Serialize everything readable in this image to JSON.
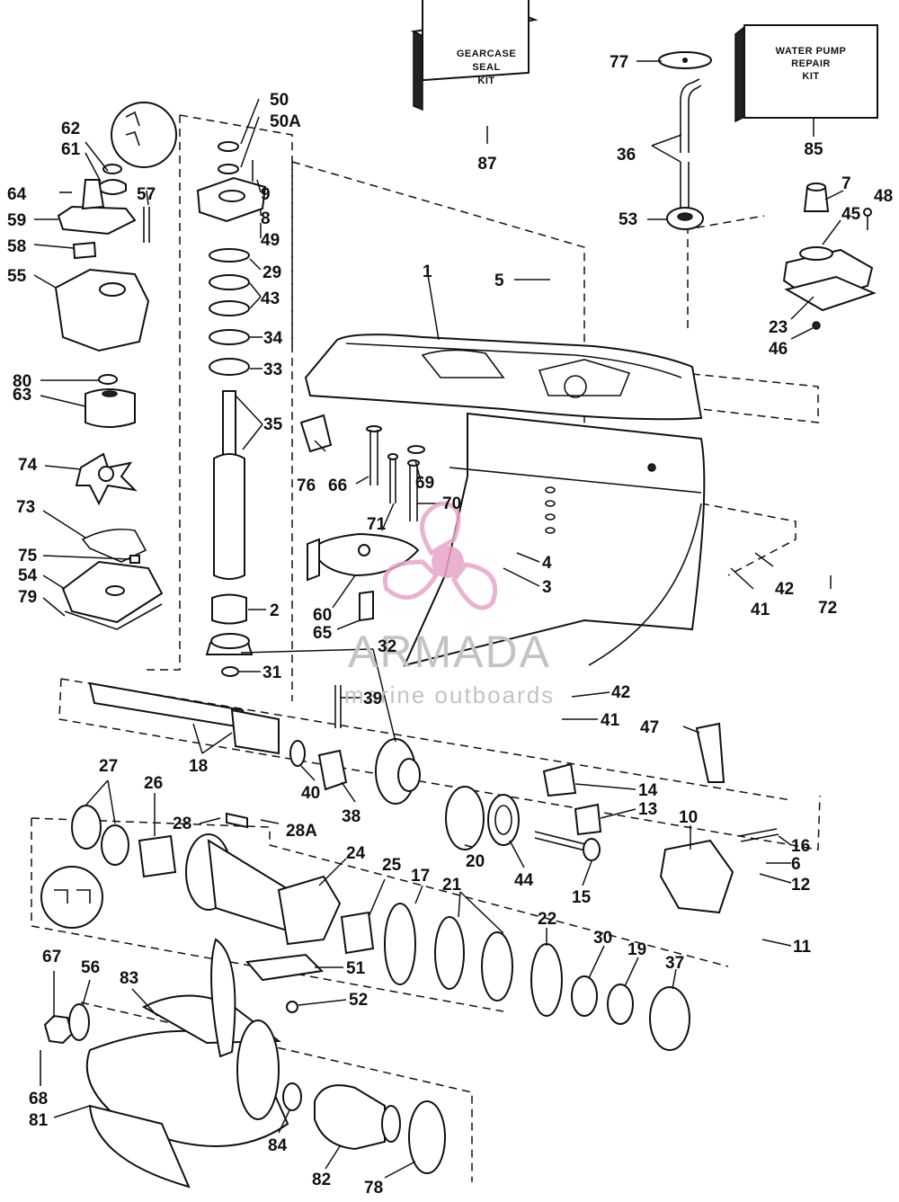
{
  "kits": [
    {
      "id": "gearcase",
      "lines": [
        "GEARCASE",
        "SEAL",
        "KIT"
      ],
      "callout": "87"
    },
    {
      "id": "waterpump",
      "lines": [
        "WATER PUMP",
        "REPAIR",
        "KIT"
      ],
      "callout": "85"
    }
  ],
  "callouts": {
    "c1": "1",
    "c2": "2",
    "c3": "3",
    "c4": "4",
    "c5": "5",
    "c6": "6",
    "c7": "7",
    "c8": "8",
    "c9": "9",
    "c10": "10",
    "c11": "11",
    "c12": "12",
    "c13": "13",
    "c14": "14",
    "c15": "15",
    "c16": "16",
    "c17": "17",
    "c18": "18",
    "c19": "19",
    "c20": "20",
    "c21": "21",
    "c22": "22",
    "c23": "23",
    "c24": "24",
    "c25": "25",
    "c26": "26",
    "c27": "27",
    "c28": "28",
    "c28a": "28A",
    "c29": "29",
    "c30": "30",
    "c31": "31",
    "c32": "32",
    "c33": "33",
    "c34": "34",
    "c35": "35",
    "c36": "36",
    "c37": "37",
    "c38": "38",
    "c39": "39",
    "c40": "40",
    "c41a": "41",
    "c41b": "41",
    "c42a": "42",
    "c42b": "42",
    "c43": "43",
    "c44": "44",
    "c45": "45",
    "c46": "46",
    "c47": "47",
    "c48": "48",
    "c49": "49",
    "c50": "50",
    "c50a": "50A",
    "c51": "51",
    "c52": "52",
    "c53": "53",
    "c54": "54",
    "c55": "55",
    "c56": "56",
    "c57": "57",
    "c58": "58",
    "c59": "59",
    "c60": "60",
    "c61": "61",
    "c62": "62",
    "c63": "63",
    "c64": "64",
    "c65": "65",
    "c66": "66",
    "c67": "67",
    "c68": "68",
    "c69": "69",
    "c70": "70",
    "c71": "71",
    "c72": "72",
    "c73": "73",
    "c74": "74",
    "c75": "75",
    "c76": "76",
    "c77": "77",
    "c78": "78",
    "c79": "79",
    "c80": "80",
    "c81": "81",
    "c82": "82",
    "c83": "83",
    "c84": "84"
  },
  "watermark": {
    "brand": "ARMADA",
    "tagline": "marine outboards",
    "logo_icon": "propeller-logo-icon",
    "logo_color": "#e8a4c8"
  }
}
